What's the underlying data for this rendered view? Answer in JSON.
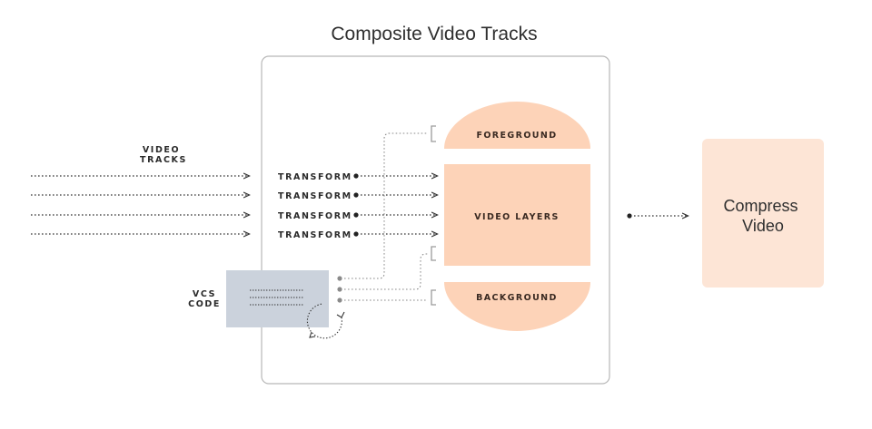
{
  "title": "Composite Video Tracks",
  "input_label": [
    "VIDEO",
    "TRACKS"
  ],
  "transforms": [
    "TRANSFORM",
    "TRANSFORM",
    "TRANSFORM",
    "TRANSFORM"
  ],
  "vcs_label": [
    "VCS",
    "CODE"
  ],
  "layers": {
    "foreground": "FOREGROUND",
    "video_layers": "VIDEO LAYERS",
    "background": "BACKGROUND"
  },
  "output": [
    "Compress",
    "Video"
  ],
  "colors": {
    "layer_fill": "#fdd3b8",
    "output_fill": "#fde5d6",
    "vcs_fill": "#cbd2dc",
    "frame_stroke": "#b8b8b8"
  }
}
